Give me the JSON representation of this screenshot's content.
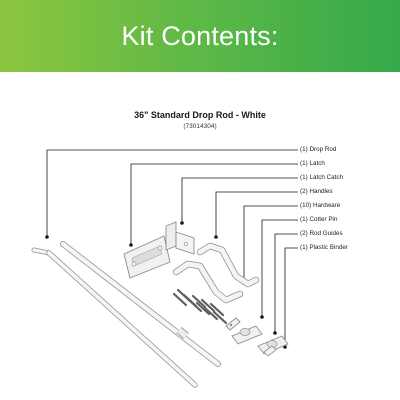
{
  "header": {
    "title": "Kit Contents:",
    "accent_colors": [
      "#8cc63f",
      "#35a94a"
    ]
  },
  "product": {
    "title": "36\" Standard Drop Rod - White",
    "sku": "(73014304)"
  },
  "contents": [
    {
      "label": "(1) Drop Rod",
      "icon": "drop-rod-icon"
    },
    {
      "label": "(1) Latch",
      "icon": "latch-icon"
    },
    {
      "label": "(1) Latch Catch",
      "icon": "latch-catch-icon"
    },
    {
      "label": "(2) Handles",
      "icon": "handle-icon"
    },
    {
      "label": "(10) Hardware",
      "icon": "screw-icon"
    },
    {
      "label": "(1) Cotter Pin",
      "icon": "cotter-pin-icon"
    },
    {
      "label": "(2) Rod Guides",
      "icon": "rod-guide-icon"
    },
    {
      "label": "(1) Plastic Binder",
      "icon": "plastic-binder-icon"
    }
  ]
}
